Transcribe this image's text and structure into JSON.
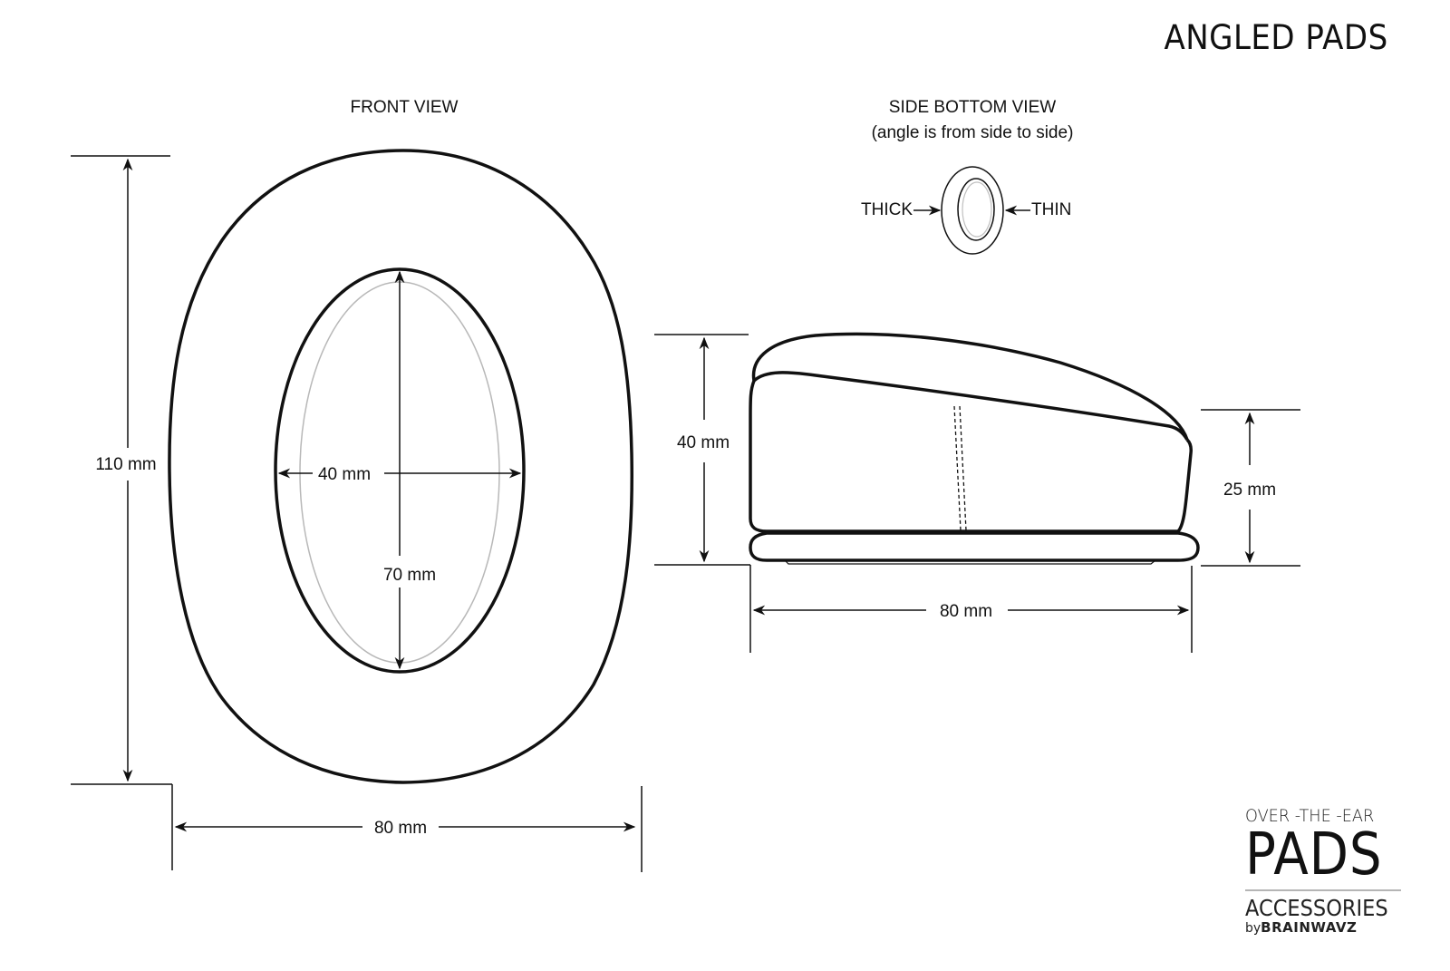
{
  "title": "ANGLED PADS",
  "front_view": {
    "heading": "FRONT VIEW",
    "outer_height": "110 mm",
    "outer_width": "80 mm",
    "inner_width": "40 mm",
    "inner_height": "70 mm"
  },
  "side_view": {
    "heading": "SIDE BOTTOM VIEW",
    "subheading": "(angle is from side to side)",
    "thick_label": "THICK",
    "thin_label": "THIN",
    "thick_height": "40 mm",
    "thin_height": "25 mm",
    "length": "80 mm"
  },
  "brand": {
    "tagline": "OVER -THE -EAR",
    "product": "PADS",
    "category": "ACCESSORIES",
    "by_prefix": "by",
    "maker": "BRAINWAVZ"
  },
  "colors": {
    "ink": "#111111",
    "inner_ring": "#b8b8b8",
    "rule": "#b5b5b5",
    "background": "#ffffff"
  }
}
